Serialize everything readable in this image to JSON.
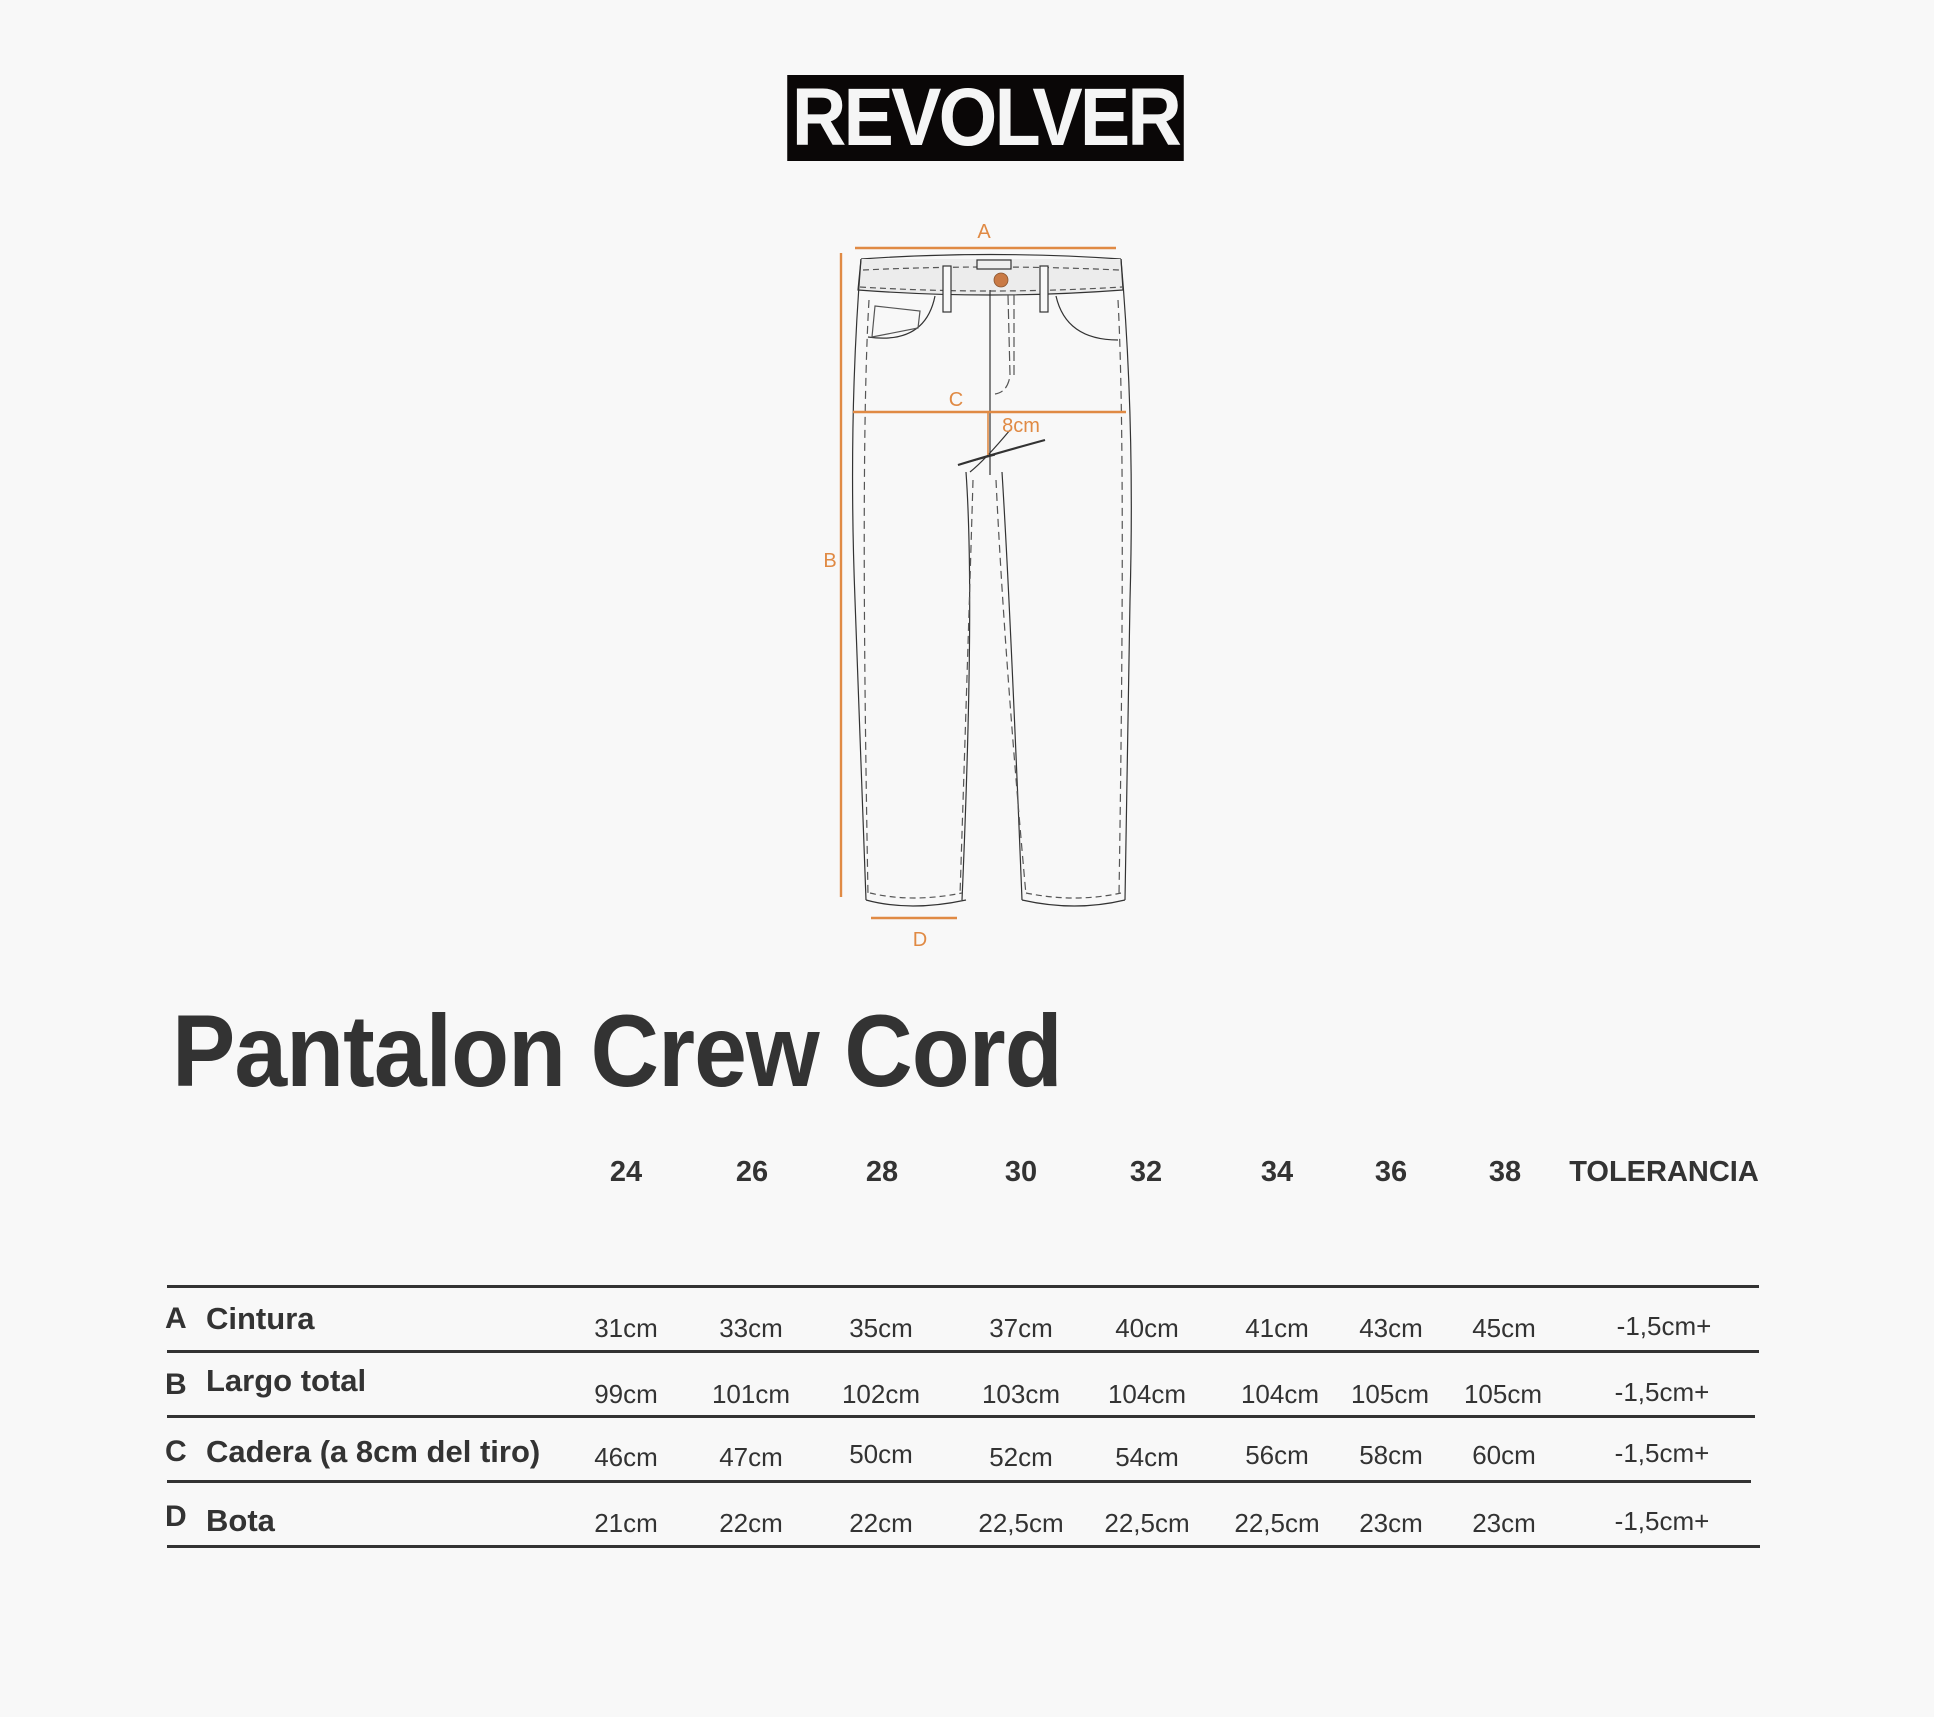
{
  "brand": {
    "logo_text": "REVOLVER"
  },
  "diagram": {
    "labels": {
      "a": "A",
      "b": "B",
      "c": "C",
      "d": "D",
      "offset": "8cm"
    },
    "accent_color": "#e08a44",
    "button_color": "#c97a45"
  },
  "product": {
    "title": "Pantalon Crew Cord"
  },
  "table": {
    "headers": [
      "24",
      "26",
      "28",
      "30",
      "32",
      "34",
      "36",
      "38",
      "TOLERANCIA"
    ],
    "rows": [
      {
        "key": "A",
        "name": "Cintura",
        "values": [
          "31cm",
          "33cm",
          "35cm",
          "37cm",
          "40cm",
          "41cm",
          "43cm",
          "45cm",
          "-1,5cm+"
        ]
      },
      {
        "key": "B",
        "name": "Largo total",
        "values": [
          "99cm",
          "101cm",
          "102cm",
          "103cm",
          "104cm",
          "104cm",
          "105cm",
          "105cm",
          "-1,5cm+"
        ]
      },
      {
        "key": "C",
        "name": "Cadera (a 8cm del tiro)",
        "values": [
          "46cm",
          "47cm",
          "50cm",
          "52cm",
          "54cm",
          "56cm",
          "58cm",
          "60cm",
          "-1,5cm+"
        ]
      },
      {
        "key": "D",
        "name": "Bota",
        "values": [
          "21cm",
          "22cm",
          "22cm",
          "22,5cm",
          "22,5cm",
          "22,5cm",
          "23cm",
          "23cm",
          "-1,5cm+"
        ]
      }
    ]
  }
}
